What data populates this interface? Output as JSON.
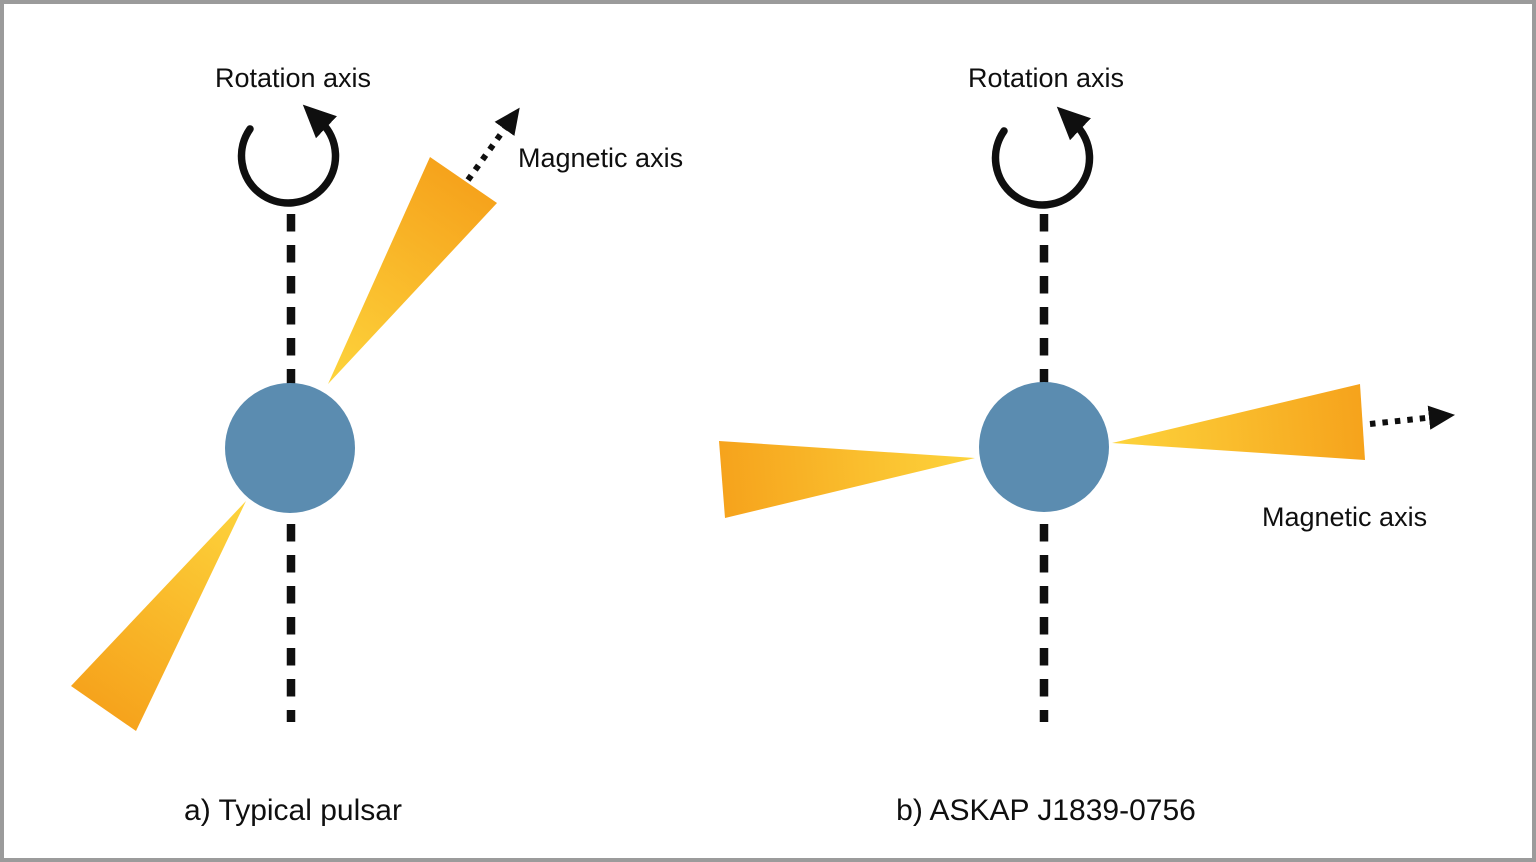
{
  "figure": {
    "background": "#ffffff",
    "border_color": "#9b9b9b"
  },
  "colors": {
    "star": "#5b8cb0",
    "beam_start": "#fdd43c",
    "beam_end": "#f6a31c",
    "ink": "#0f0f0f"
  },
  "panel_a": {
    "rotation_axis_label": "Rotation axis",
    "magnetic_axis_label": "Magnetic axis",
    "caption": "a) Typical pulsar"
  },
  "panel_b": {
    "rotation_axis_label": "Rotation axis",
    "magnetic_axis_label": "Magnetic axis",
    "caption": "b) ASKAP J1839-0756"
  }
}
